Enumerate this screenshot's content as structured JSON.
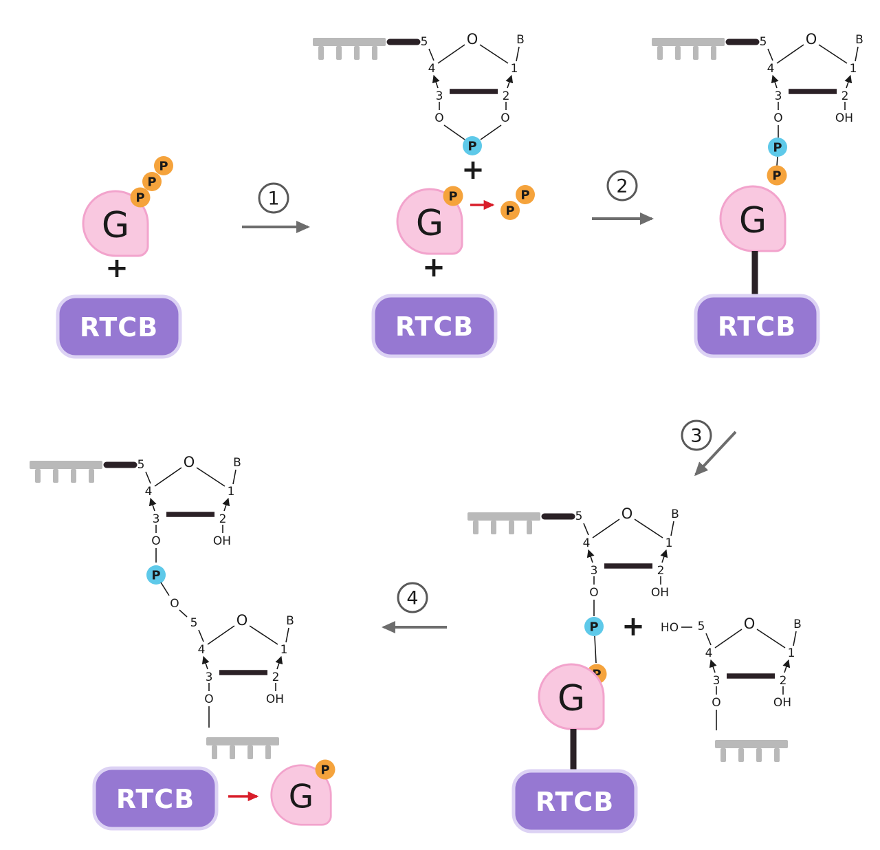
{
  "colors": {
    "guanosine_fill": "#F9C8E0",
    "guanosine_border": "#F2A3CC",
    "rtcb_fill": "#9678D2",
    "rtcb_border": "#DCD2F4",
    "phosphate_orange": "#F5A33C",
    "phosphate_blue": "#5EC9E9",
    "arrow_red": "#D81E2A",
    "arrow_gray": "#6D6D6D",
    "rna_strand_gray": "#B9B9B9",
    "bond_black": "#1A1A1A"
  },
  "labels": {
    "g": "G",
    "p": "P",
    "rtcb": "RTCB",
    "plus": "+",
    "ring_o": "O",
    "base": "B",
    "oh": "OH",
    "ho": "HO",
    "c1": "1",
    "c2": "2",
    "c3": "3",
    "c4": "4",
    "c5": "5"
  },
  "steps": [
    "1",
    "2",
    "3",
    "4"
  ]
}
